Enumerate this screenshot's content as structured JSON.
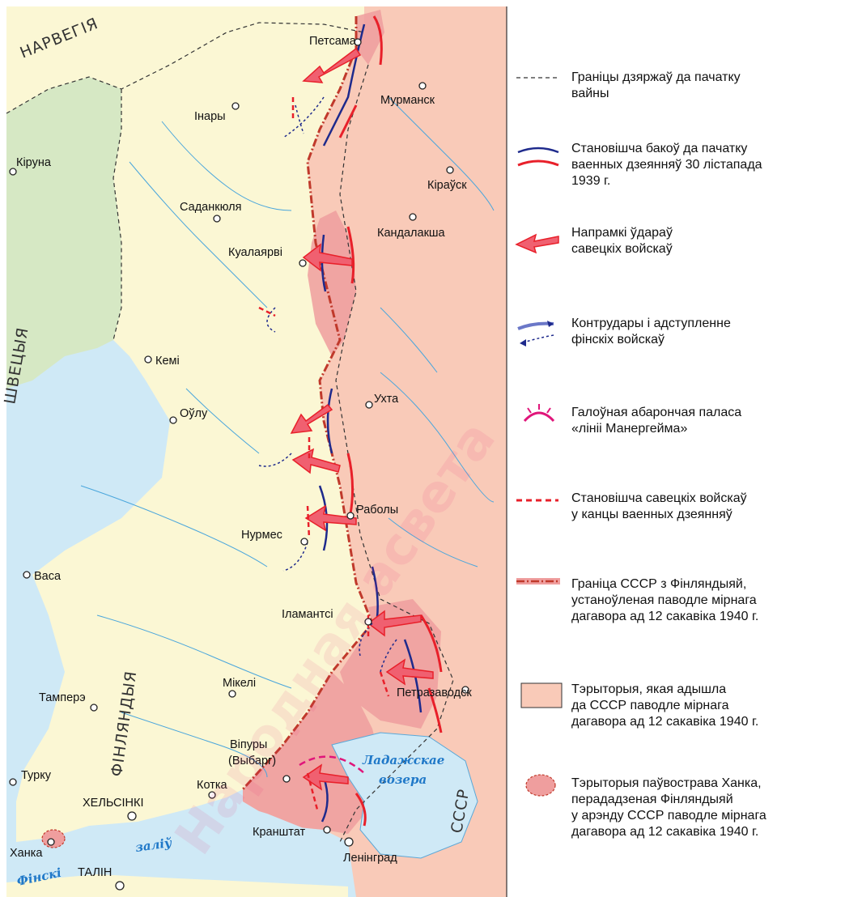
{
  "colors": {
    "finland_land": "#fbf7d4",
    "ussr_land": "#f9cab8",
    "sweden_land": "#d6e8c4",
    "water": "#cfe9f6",
    "ceded_territory": "#ef9e9e",
    "soviet_line": "#e8202a",
    "finnish_line": "#1e2a8c",
    "mannerheim": "#e0157a",
    "watermark": "#e8307a"
  },
  "countries": {
    "norway": "НАРВЕГІЯ",
    "sweden": "ШВЕЦЫЯ",
    "finland": "ФІНЛЯНДЫЯ",
    "ussr": "СССР"
  },
  "cities": [
    {
      "name": "Петсама"
    },
    {
      "name": "Мурманск"
    },
    {
      "name": "Інары"
    },
    {
      "name": "Кіруна"
    },
    {
      "name": "Кіраўск"
    },
    {
      "name": "Саданкюля"
    },
    {
      "name": "Кандалакша"
    },
    {
      "name": "Куалаярві"
    },
    {
      "name": "Кемі"
    },
    {
      "name": "Ухта"
    },
    {
      "name": "Оўлу"
    },
    {
      "name": "Раболы"
    },
    {
      "name": "Нурмес"
    },
    {
      "name": "Васа"
    },
    {
      "name": "Іламантсі"
    },
    {
      "name": "Мікелі"
    },
    {
      "name": "Петразаводск"
    },
    {
      "name": "Тамперэ"
    },
    {
      "name": "Віпуры"
    },
    {
      "name": "(Выбарг)"
    },
    {
      "name": "Турку"
    },
    {
      "name": "Котка"
    },
    {
      "name": "ХЕЛЬСІНКІ"
    },
    {
      "name": "Ханка"
    },
    {
      "name": "Кранштат"
    },
    {
      "name": "Ленінград"
    },
    {
      "name": "ТАЛІН"
    }
  ],
  "water": {
    "ladoga_1": "Ладажскае",
    "ladoga_2": "возера",
    "gulf_1": "Фінскі",
    "gulf_2": "заліў"
  },
  "legend": [
    {
      "icon": "dashed-border-icon",
      "lines": [
        "Граніцы дзяржаў да пачатку",
        "вайны"
      ]
    },
    {
      "icon": "front-lines-icon",
      "lines": [
        "Становішча бакоў да пачатку",
        "ваенных дзеянняў 30 лістапада",
        "1939 г."
      ]
    },
    {
      "icon": "soviet-attack-arrow-icon",
      "lines": [
        "Напрамкі ўдараў",
        "савецкіх войскаў"
      ]
    },
    {
      "icon": "finnish-counterattack-icon",
      "lines": [
        "Контрудары і адступленне",
        "фінскіх войскаў"
      ]
    },
    {
      "icon": "mannerheim-line-icon",
      "lines": [
        "Галоўная абарончая паласа",
        "«лініі Манергейма»"
      ]
    },
    {
      "icon": "soviet-final-position-icon",
      "lines": [
        "Становішча савецкіх войскаў",
        "у канцы ваенных дзеянняў"
      ]
    },
    {
      "icon": "new-border-icon",
      "lines": [
        "Граніца СССР з Фінляндыяй,",
        "устаноўленая паводле мірнага",
        "дагавора ад 12 сакавіка 1940 г."
      ]
    },
    {
      "icon": "ceded-territory-icon",
      "lines": [
        "Тэрыторыя, якая адышла",
        "да СССР паводле мірнага",
        "дагавора ад 12 сакавіка 1940 г."
      ]
    },
    {
      "icon": "hanko-lease-icon",
      "lines": [
        "Тэрыторыя паўвострава Ханка,",
        "перададзеная Фінляндыяй",
        "у арэнду СССР паводле мірнага",
        "дагавора ад 12 сакавіка 1940 г."
      ]
    }
  ],
  "watermark": "Народная асвета"
}
